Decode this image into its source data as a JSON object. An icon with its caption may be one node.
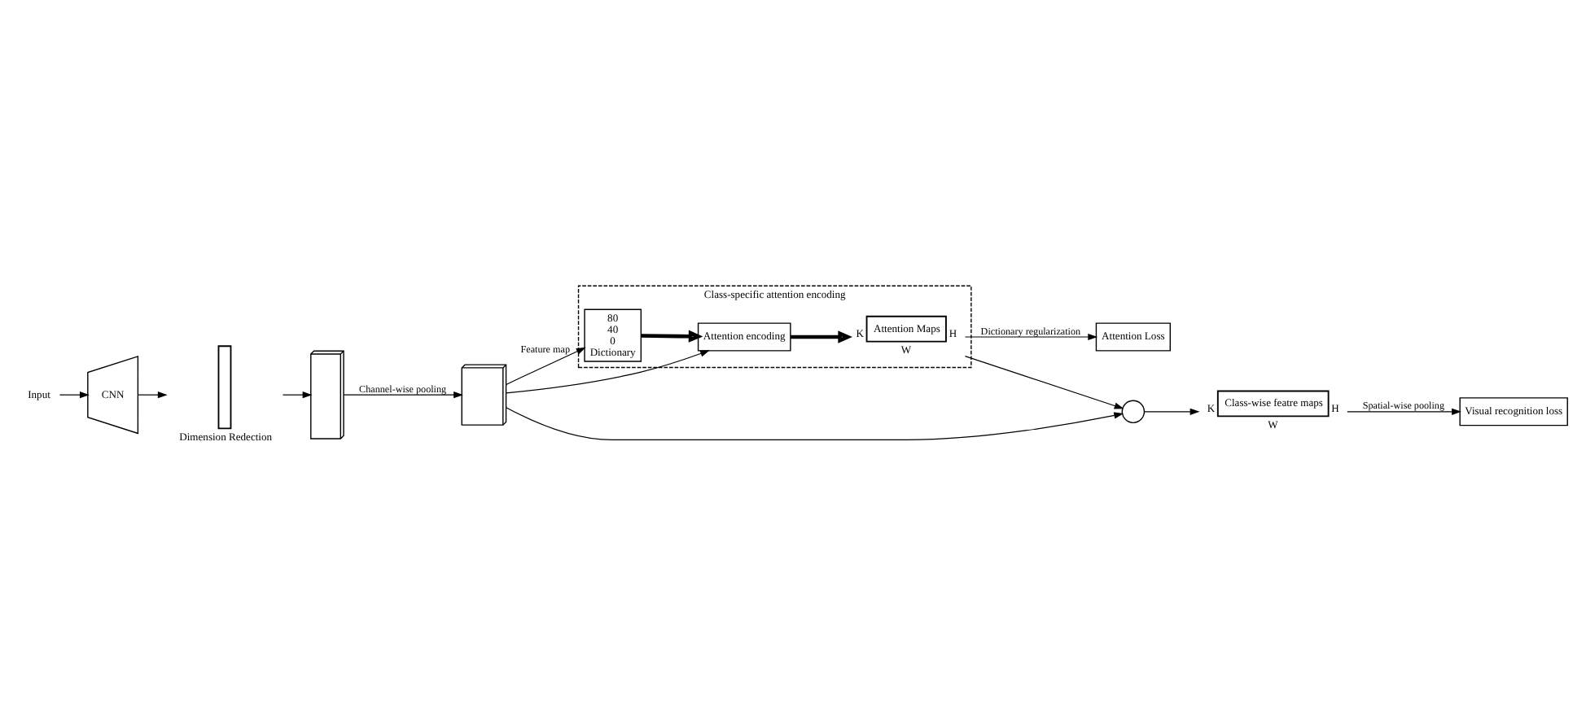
{
  "diagram": {
    "nodes": [
      {
        "text": [
          "Class-specific attention encoding"
        ]
      },
      {
        "text": [
          "80",
          "40",
          "0",
          "Dictionary"
        ],
        "in": 0
      },
      {
        "text": [
          "Attention encoding"
        ],
        "in": 0
      },
      {
        "text": [
          "Attention Maps"
        ],
        "in": 0,
        "beside": [
          "K",
          "H",
          "W"
        ]
      },
      {
        "text": [
          "Attention Loss"
        ]
      },
      {
        "text": [
          "Input"
        ]
      },
      {
        "text": [
          "CNN"
        ]
      },
      {
        "text": [],
        "shape": "bar",
        "beside": [
          "Dimension Redection"
        ]
      },
      {
        "text": [],
        "shape": "box"
      },
      {
        "text": [],
        "shape": "box"
      },
      {
        "text": [],
        "shape": "circle"
      },
      {
        "text": [
          "Class-wise featre maps"
        ],
        "beside": [
          "K",
          "H",
          "W"
        ]
      },
      {
        "text": [
          "Visual recognition loss"
        ]
      }
    ],
    "edges": [
      {
        "from": 5,
        "to": 6,
        "arrow": "to"
      },
      {
        "from": 6,
        "to": 7,
        "arrow": "to"
      },
      {
        "from": 7,
        "to": 8,
        "arrow": "to"
      },
      {
        "from": 8,
        "to": 9,
        "arrow": "to",
        "label": "Channel-wise pooling"
      },
      {
        "from": 9,
        "to": 1,
        "arrow": "to",
        "label": "Feature map"
      },
      {
        "from": 9,
        "to": 2,
        "arrow": "to"
      },
      {
        "from": 1,
        "to": 2,
        "arrow": "to",
        "style": "thick"
      },
      {
        "from": 2,
        "to": 3,
        "arrow": "to",
        "style": "thick"
      },
      {
        "from": 3,
        "to": 4,
        "arrow": "to",
        "label": "Dictionary regularization"
      },
      {
        "from": 3,
        "to": 10,
        "arrow": "to"
      },
      {
        "from": 9,
        "to": 10,
        "arrow": "to"
      },
      {
        "from": 10,
        "to": 11,
        "arrow": "to"
      },
      {
        "from": 11,
        "to": 12,
        "arrow": "to",
        "label": "Spatial-wise pooling"
      }
    ]
  }
}
